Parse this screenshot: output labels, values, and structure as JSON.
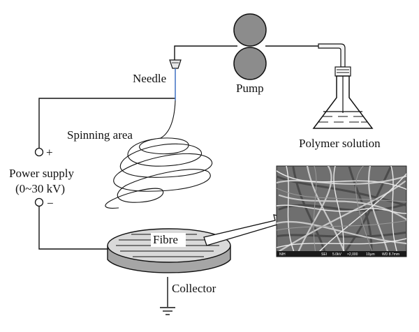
{
  "labels": {
    "needle": "Needle",
    "pump": "Pump",
    "spinning_area": "Spinning area",
    "polymer_solution": "Polymer solution",
    "power_supply": "Power supply",
    "voltage": "(0~30 kV)",
    "plus": "+",
    "minus": "−",
    "fibre": "Fibre",
    "collector": "Collector"
  },
  "sem_image": {
    "caption": [
      "NIH",
      "SEI",
      "5.0kV",
      "×2,000",
      "10µm",
      "WD 8.7mm"
    ],
    "background": "#6f6f6f"
  },
  "colors": {
    "line": "#111111",
    "pump_roller": "#8c8c8c",
    "collector_top": "#d9d9d9",
    "collector_side": "#a6a6a6"
  }
}
